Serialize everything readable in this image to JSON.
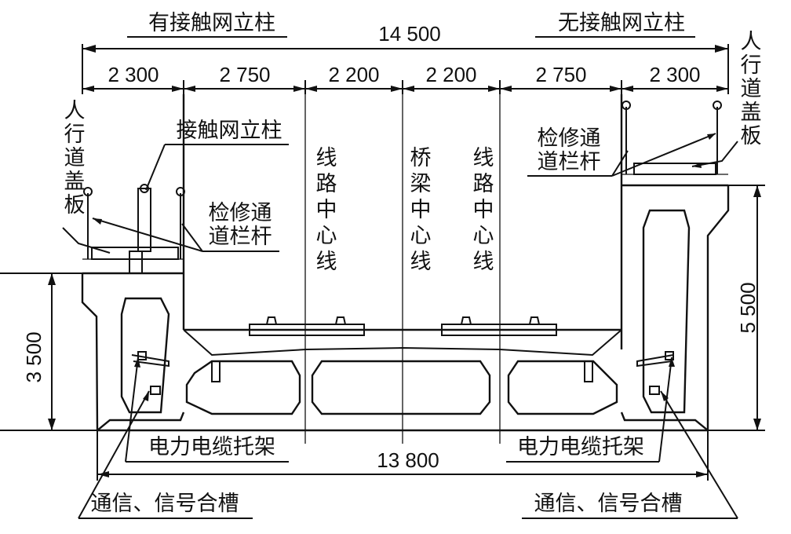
{
  "top_left_title": "有接触网立柱",
  "top_right_title": "无接触网立柱",
  "overall_width": "14 500",
  "segment_widths": [
    "2 300",
    "2 750",
    "2 200",
    "2 200",
    "2 750",
    "2 300"
  ],
  "bottom_width": "13 800",
  "left_height": "3 500",
  "right_height": "5 500",
  "labels": {
    "catenary_mast": "接触网立柱",
    "sidewalk_cover_left": "人行道盖板",
    "sidewalk_cover_right": "人行道盖板",
    "railing_left_1": "检修通",
    "railing_left_2": "道栏杆",
    "railing_right_1": "检修通",
    "railing_right_2": "道栏杆",
    "track_centerline": "线路中心线",
    "bridge_centerline": "桥梁中心线",
    "power_tray_left": "电力电缆托架",
    "power_tray_right": "电力电缆托架",
    "signal_trough_left": "通信、信号合槽",
    "signal_trough_right": "通信、信号合槽"
  }
}
